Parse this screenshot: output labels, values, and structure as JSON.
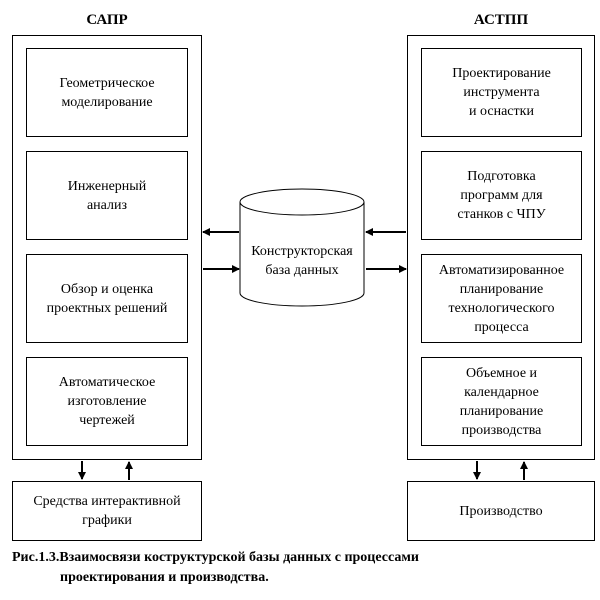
{
  "left_column": {
    "title": "САПР",
    "items": [
      "Геометрическое\nмоделирование",
      "Инженерный\nанализ",
      "Обзор и оценка\nпроектных решений",
      "Автоматическое\nизготовление\nчертежей"
    ],
    "bottom_box": "Средства интерактивной\nграфики"
  },
  "right_column": {
    "title": "АСТПП",
    "items": [
      "Проектирование\nинструмента\nи оснастки",
      "Подготовка\nпрограмм для\nстанков с ЧПУ",
      "Автоматизированное\nпланирование\nтехнологического\nпроцесса",
      "Объемное и\nкалендарное\nпланирование\nпроизводства"
    ],
    "bottom_box": "Производство"
  },
  "database": {
    "label": "Конструкторская\nбаза данных"
  },
  "caption": {
    "line1": "Рис.1.3.Взаимосвязи коструктурской базы данных с процессами",
    "line2": "проектирования и производства."
  }
}
